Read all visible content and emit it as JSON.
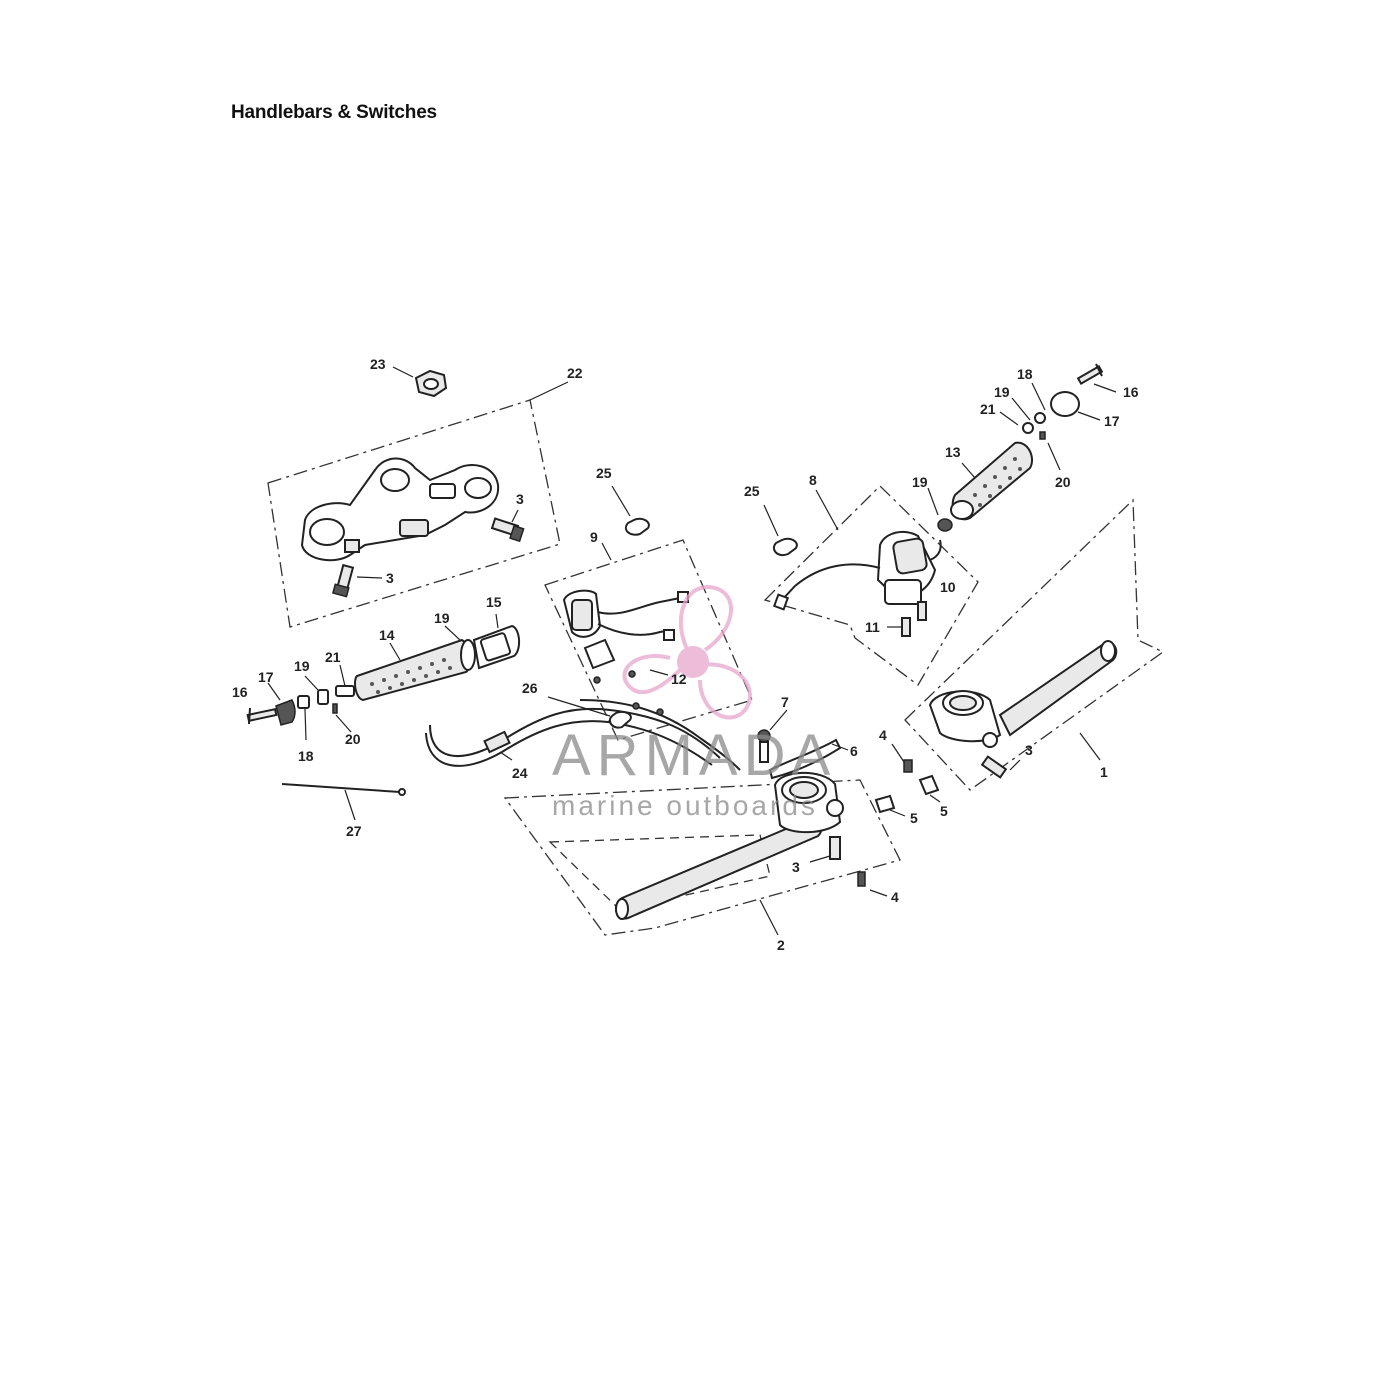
{
  "title": "Handlebars & Switches",
  "watermark": {
    "brand": "ARMADA",
    "tagline": "marine outboards",
    "logo_color": "#e8a6cb"
  },
  "callouts": {
    "c1": "1",
    "c2": "2",
    "c3a": "3",
    "c3b": "3",
    "c3c": "3",
    "c3d": "3",
    "c4a": "4",
    "c4b": "4",
    "c5a": "5",
    "c5b": "5",
    "c6": "6",
    "c7": "7",
    "c8": "8",
    "c9": "9",
    "c10": "10",
    "c11": "11",
    "c12": "12",
    "c13": "13",
    "c14": "14",
    "c15": "15",
    "c16a": "16",
    "c16b": "16",
    "c17a": "17",
    "c17b": "17",
    "c18a": "18",
    "c18b": "18",
    "c19a": "19",
    "c19b": "19",
    "c19c": "19",
    "c19d": "19",
    "c20a": "20",
    "c20b": "20",
    "c21a": "21",
    "c21b": "21",
    "c22": "22",
    "c23": "23",
    "c24": "24",
    "c25a": "25",
    "c25b": "25",
    "c26": "26",
    "c27": "27"
  }
}
